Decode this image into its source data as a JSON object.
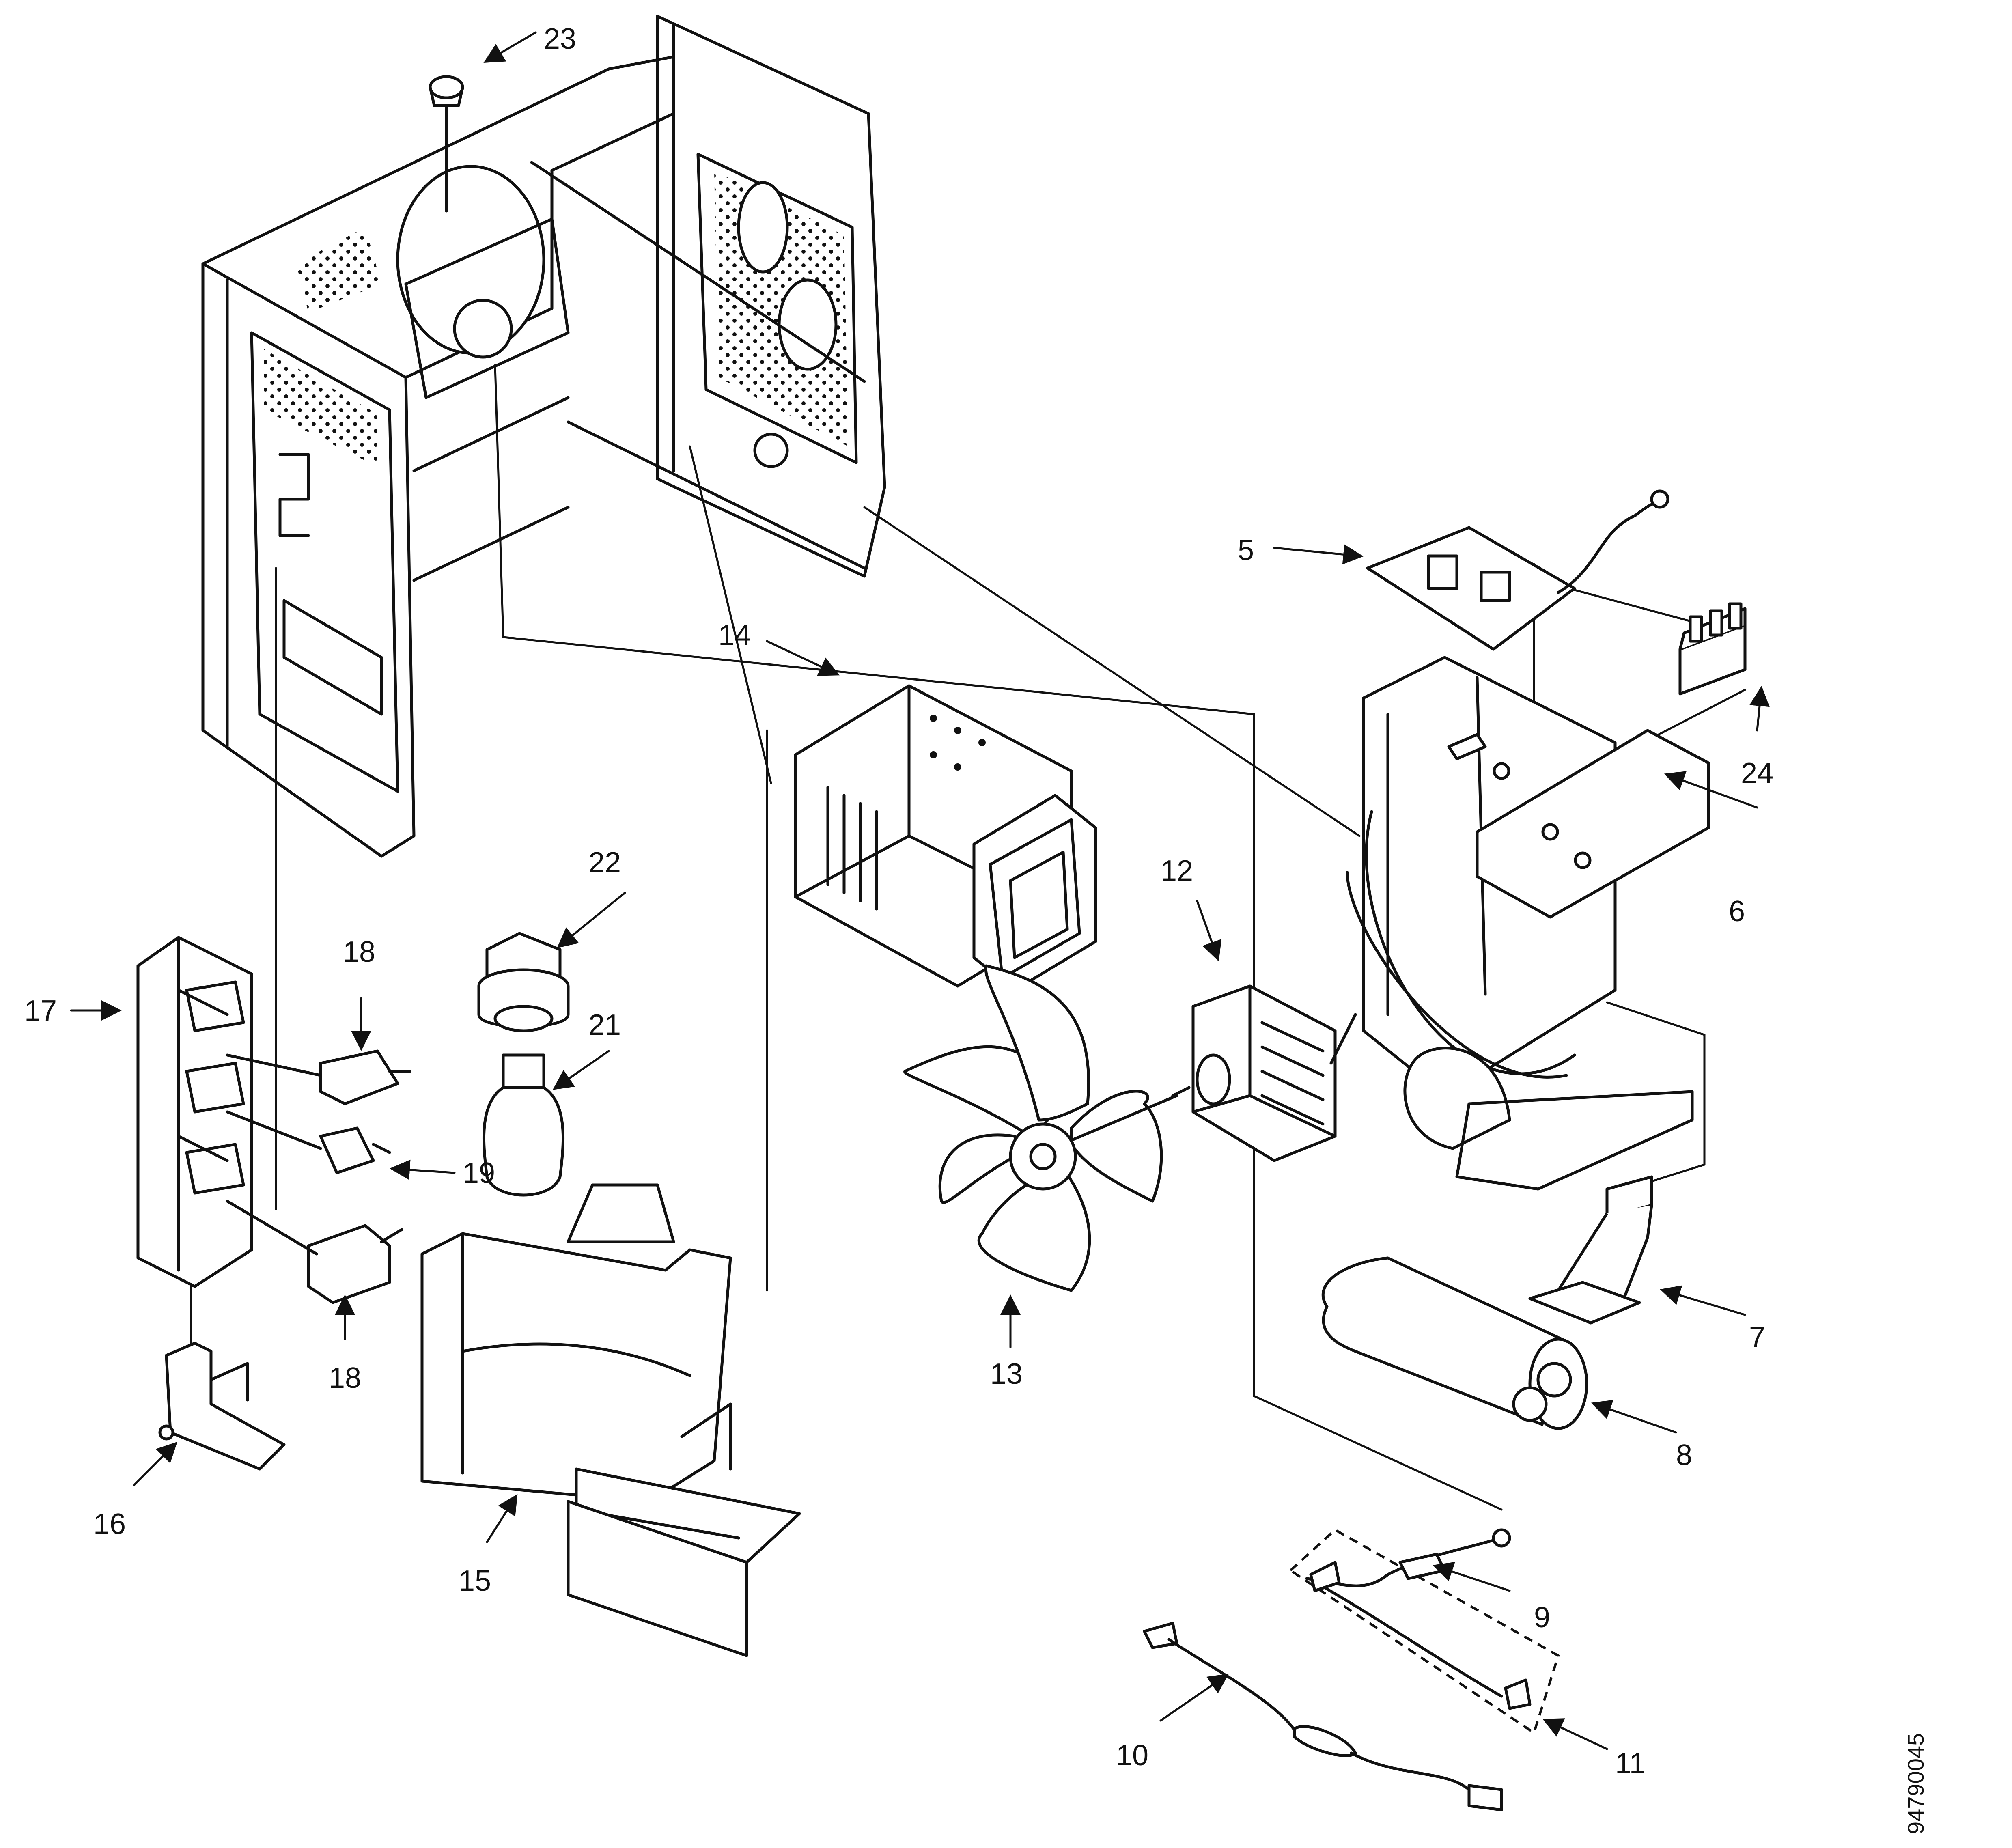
{
  "document_id": "94790045",
  "callouts": [
    {
      "id": "c5",
      "text": "5"
    },
    {
      "id": "c6",
      "text": "6"
    },
    {
      "id": "c7",
      "text": "7"
    },
    {
      "id": "c8",
      "text": "8"
    },
    {
      "id": "c9",
      "text": "9"
    },
    {
      "id": "c10",
      "text": "10"
    },
    {
      "id": "c11",
      "text": "11"
    },
    {
      "id": "c12",
      "text": "12"
    },
    {
      "id": "c13",
      "text": "13"
    },
    {
      "id": "c14",
      "text": "14"
    },
    {
      "id": "c15",
      "text": "15"
    },
    {
      "id": "c16",
      "text": "16"
    },
    {
      "id": "c17",
      "text": "17"
    },
    {
      "id": "c18a",
      "text": "18"
    },
    {
      "id": "c18b",
      "text": "18"
    },
    {
      "id": "c19",
      "text": "19"
    },
    {
      "id": "c21",
      "text": "21"
    },
    {
      "id": "c22",
      "text": "22"
    },
    {
      "id": "c23",
      "text": "23"
    },
    {
      "id": "c24",
      "text": "24"
    }
  ]
}
